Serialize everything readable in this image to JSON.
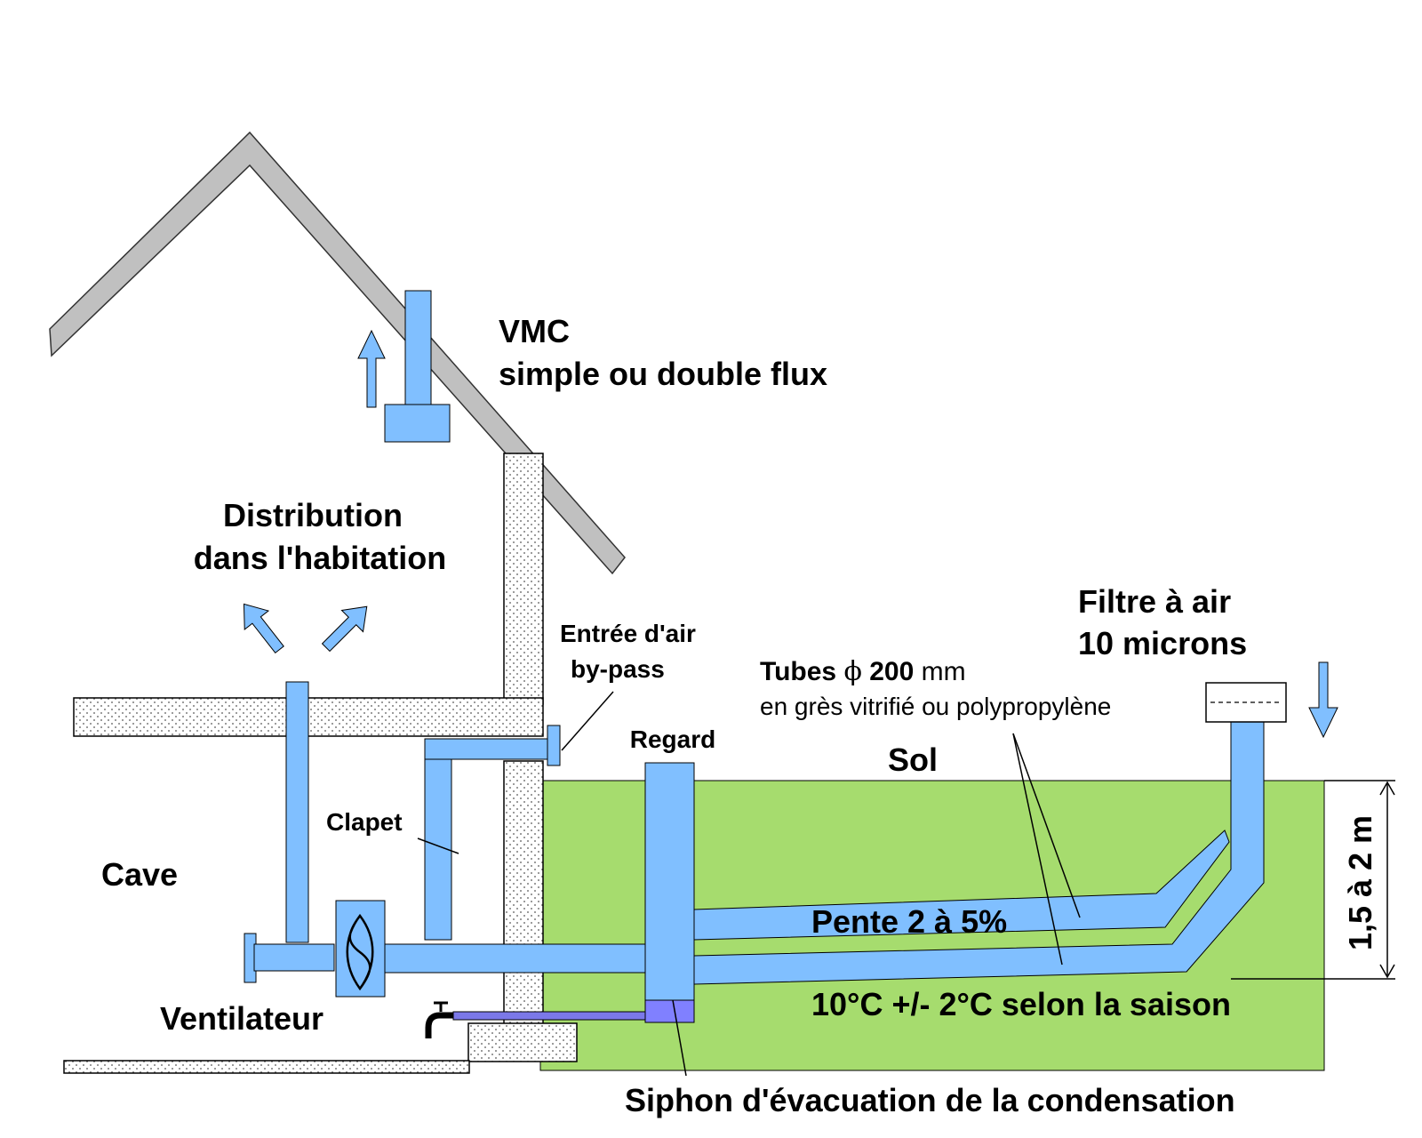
{
  "labels": {
    "vmc_line1": "VMC",
    "vmc_line2": "simple ou double flux",
    "distribution_line1": "Distribution",
    "distribution_line2": "dans l'habitation",
    "entree_line1": "Entrée d'air",
    "entree_line2": "by-pass",
    "regard": "Regard",
    "sol": "Sol",
    "filtre_line1": "Filtre à air",
    "filtre_line2": "10 microns",
    "tubes_prefix": "Tubes ",
    "tubes_phi": "ϕ",
    "tubes_size": " 200",
    "tubes_unit": " mm",
    "tubes_material": "en grès vitrifié ou polypropylène",
    "clapet": "Clapet",
    "cave": "Cave",
    "pente": "Pente 2 à 5%",
    "depth": "1,5 à 2 m",
    "temperature": "10°C +/- 2°C selon la saison",
    "ventilateur": "Ventilateur",
    "siphon": "Siphon d'évacuation de la condensation"
  },
  "icons": {
    "vmc_arrow": "arrow-up-icon",
    "distribution_arrows": "arrow-diagonal-icon",
    "filter_arrow": "arrow-down-icon",
    "fan": "fan-icon",
    "tap": "tap-icon"
  },
  "colors": {
    "duct": "#80BFFF",
    "soil": "#A6DC6E",
    "roof": "#C0C0C0",
    "condensate": "#8080FF",
    "drain_pipe": "#7B78E8"
  }
}
